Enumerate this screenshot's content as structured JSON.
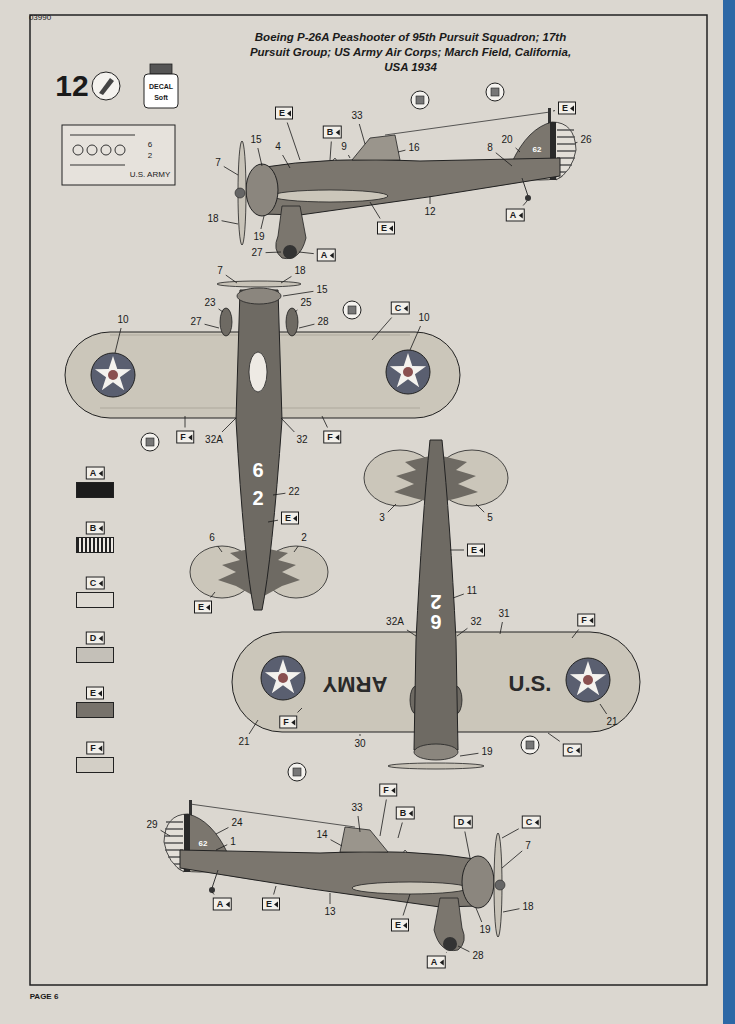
{
  "diagram": {
    "title": "Boeing P-26A Peashooter of 95th Pursuit Squadron; 17th Pursuit Group; US Army Air Corps; March Field, California, USA 1934",
    "labels": [
      "03990",
      "12",
      "DECAL",
      "Soft",
      "6",
      "2",
      "U.S. ARMY",
      "E",
      "33",
      "B",
      "15",
      "4",
      "9",
      "16",
      "7",
      "20",
      "26",
      "8",
      "62",
      "E",
      "12",
      "18",
      "19",
      "E",
      "27",
      "A",
      "A",
      "7",
      "18",
      "15",
      "C",
      "23",
      "25",
      "27",
      "28",
      "10",
      "10",
      "F",
      "F",
      "32A",
      "32",
      "6",
      "2",
      "22",
      "E",
      "6",
      "2",
      "E",
      "3",
      "5",
      "E",
      "11",
      "62",
      "32A",
      "32",
      "31",
      "F",
      "ARMY",
      "U.S.",
      "21",
      "F",
      "30",
      "19",
      "C",
      "21",
      "F",
      "B",
      "D",
      "C",
      "33",
      "29",
      "24",
      "1",
      "14",
      "62",
      "7",
      "13",
      "A",
      "E",
      "E",
      "19",
      "18",
      "28",
      "A",
      "PAGE 6"
    ],
    "legend": [
      {
        "text": "A",
        "color": "#1c1c1c"
      },
      {
        "text": "B"
      },
      {
        "text": "C",
        "color": "#dedad3"
      },
      {
        "text": "D",
        "color": "#c4c0b8"
      },
      {
        "text": "E",
        "color": "#77726b"
      },
      {
        "text": "F",
        "color": "#d3cfc6"
      }
    ]
  }
}
